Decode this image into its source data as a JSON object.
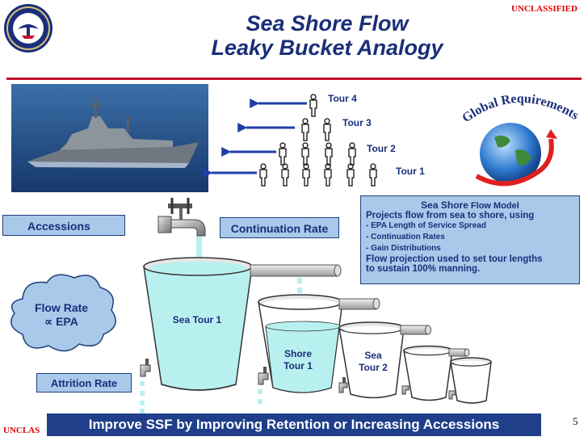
{
  "header": {
    "title_line1": "Sea Shore Flow",
    "title_line2": "Leaky Bucket Analogy",
    "classification_top": "UNCLASSIFIED",
    "classification_bottom": "UNCLAS",
    "page_number": "5"
  },
  "global_requirements": "Global Requirements",
  "tours": [
    {
      "label": "Tour 4"
    },
    {
      "label": "Tour 3"
    },
    {
      "label": "Tour 2"
    },
    {
      "label": "Tour 1"
    }
  ],
  "labels": {
    "accessions": "Accessions",
    "continuation_rate": "Continuation Rate",
    "attrition_rate": "Attrition Rate",
    "flow_rate_line1": "Flow Rate",
    "flow_rate_line2": "∝ EPA"
  },
  "model": {
    "title_bold": "Sea Shore",
    "title_rest": " Flow Model",
    "line1": "Projects flow from sea to shore, using",
    "bullets": [
      "- EPA Length of Service Spread",
      "- Continuation Rates",
      "- Gain Distributions"
    ],
    "line2": "Flow projection used to set tour lengths",
    "line3": "to sustain 100% manning."
  },
  "buckets": [
    {
      "line1": "Sea Tour 1",
      "line2": ""
    },
    {
      "line1": "Shore",
      "line2": "Tour 1"
    },
    {
      "line1": "Sea",
      "line2": "Tour 2"
    }
  ],
  "banner": "Improve SSF by Improving Retention or Increasing Accessions",
  "colors": {
    "navy": "#1a2e7a",
    "box_fill": "#a9c9ea",
    "banner": "#1f3f8a",
    "classification": "#e00000",
    "water": "#b8f0f0"
  }
}
